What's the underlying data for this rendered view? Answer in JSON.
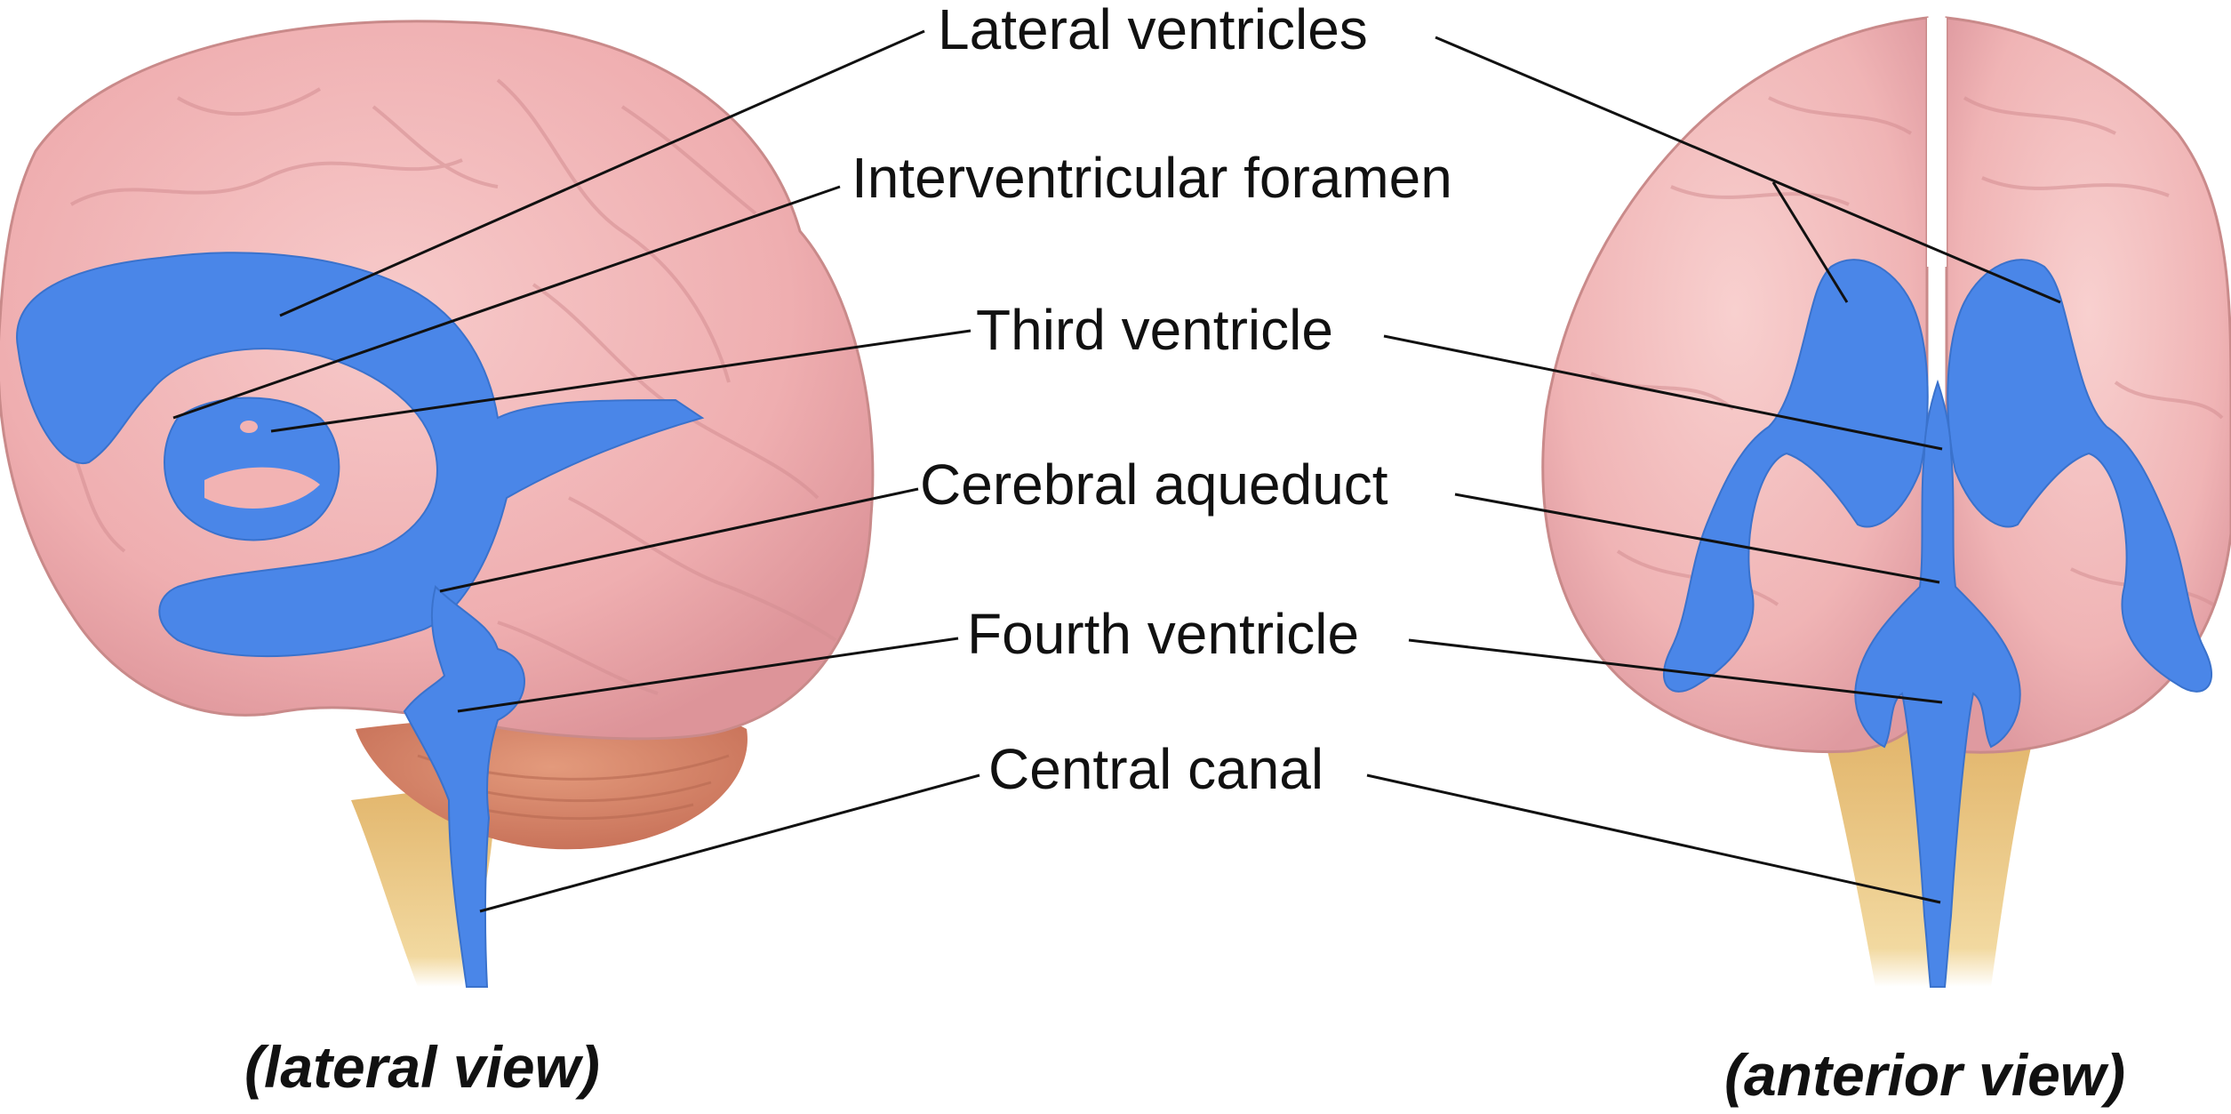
{
  "labels": {
    "lateral_ventricles": "Lateral ventricles",
    "interventricular_foramen": "Interventricular foramen",
    "third_ventricle": "Third ventricle",
    "cerebral_aqueduct": "Cerebral aqueduct",
    "fourth_ventricle": "Fourth ventricle",
    "central_canal": "Central canal"
  },
  "captions": {
    "lateral": "(lateral view)",
    "anterior": "(anterior view)"
  },
  "colors": {
    "brain": "#f2b3b3",
    "brain_shadow": "#d98f93",
    "ventricles": "#4a86e8",
    "cerebellum": "#d98a6e",
    "brainstem": "#e8c98a",
    "background": "#ffffff"
  }
}
